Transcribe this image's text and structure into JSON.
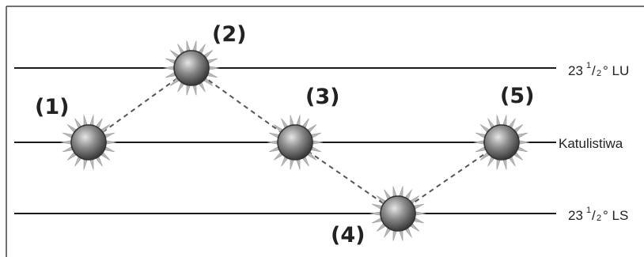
{
  "colors": {
    "line": "#1a1a1a",
    "path": "#555555",
    "sun_core_light": "#d9d9d9",
    "sun_core_dark": "#3a3a3a",
    "ray": "#b8b8b8"
  },
  "lines": {
    "north": {
      "value": "23",
      "fraction_num": "1",
      "fraction_den": "2",
      "suffix": "° LU"
    },
    "equator": {
      "label": "Katulistiwa"
    },
    "south": {
      "value": "23",
      "fraction_num": "1",
      "fraction_den": "2",
      "suffix": "° LS"
    }
  },
  "positions": [
    {
      "label": "(1)",
      "latitude": "equator"
    },
    {
      "label": "(2)",
      "latitude": "north"
    },
    {
      "label": "(3)",
      "latitude": "equator"
    },
    {
      "label": "(4)",
      "latitude": "south"
    },
    {
      "label": "(5)",
      "latitude": "equator"
    }
  ]
}
